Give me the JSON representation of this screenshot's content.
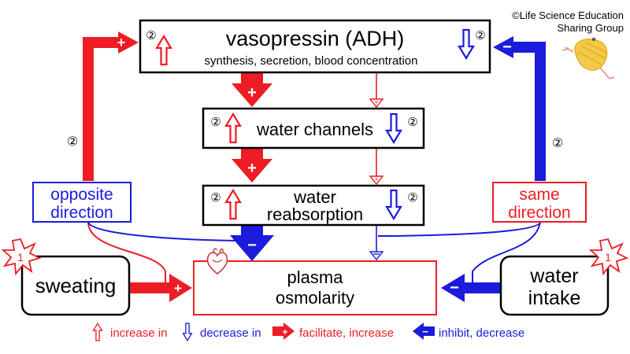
{
  "copyright": {
    "line1": "©Life Science Education",
    "line2": "Sharing Group"
  },
  "nodes": {
    "vasopressin": {
      "title": "vasopressin (ADH)",
      "subtitle": "synthesis, secretion, blood concentration",
      "mark_left": "②",
      "mark_right": "②"
    },
    "water_channels": {
      "title": "water channels",
      "mark_left": "②",
      "mark_right": "②"
    },
    "water_reabsorption": {
      "title_line1": "water",
      "title_line2": "reabsorption",
      "mark_left": "②",
      "mark_right": "②"
    },
    "plasma_osmolarity": {
      "title_line1": "plasma",
      "title_line2": "osmolarity"
    },
    "sweating": {
      "title": "sweating",
      "badge": "1"
    },
    "water_intake": {
      "title_line1": "water",
      "title_line2": "intake",
      "badge": "1"
    }
  },
  "side_labels": {
    "opposite": {
      "line1": "opposite",
      "line2": "direction"
    },
    "same": {
      "line1": "same",
      "line2": "direction"
    },
    "left_marker": "②",
    "right_marker": "②"
  },
  "legend": {
    "increase": "increase in",
    "decrease": "decrease in",
    "facilitate": "facilitate, increase",
    "inhibit": "inhibit, decrease"
  },
  "colors": {
    "red": "#ee1c25",
    "blue": "#1b1bdc",
    "black": "#000000",
    "heart": "#c9343a",
    "mascot": "#f2c94c"
  },
  "icons": [
    "up-arrow-icon",
    "down-arrow-icon",
    "plus-arrow-icon",
    "minus-arrow-icon",
    "heart-icon",
    "burst-icon",
    "mascot-icon"
  ]
}
